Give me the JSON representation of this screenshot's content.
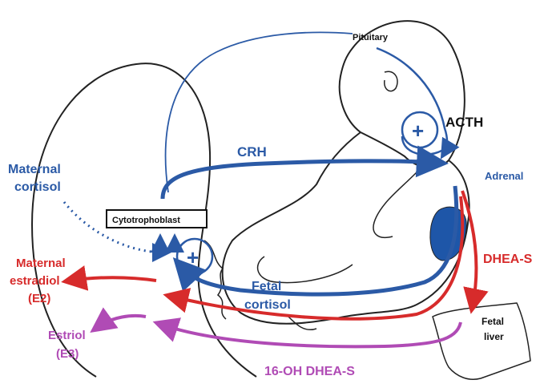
{
  "labels": {
    "pituitary": "Pituitary",
    "acth": "ACTH",
    "crh": "CRH",
    "adrenal": "Adrenal",
    "maternal_cortisol_1": "Maternal",
    "maternal_cortisol_2": "cortisol",
    "cytotrophoblast": "Cytotrophoblast",
    "maternal_estradiol_1": "Maternal",
    "maternal_estradiol_2": "estradiol",
    "maternal_estradiol_3": "(E2)",
    "fetal_cortisol_1": "Fetal",
    "fetal_cortisol_2": "cortisol",
    "dhea_s": "DHEA-S",
    "fetal_liver_1": "Fetal",
    "fetal_liver_2": "liver",
    "estriol_1": "Estriol",
    "estriol_2": "(E3)",
    "oh_dhea_s": "16-OH DHEA-S",
    "plus_pituitary": "+",
    "plus_placenta": "+"
  },
  "colors": {
    "blue": "#2b5aa6",
    "red": "#d72b2b",
    "purple": "#b04bb5",
    "outline": "#222222",
    "adrenal_fill": "#1e56a8"
  }
}
